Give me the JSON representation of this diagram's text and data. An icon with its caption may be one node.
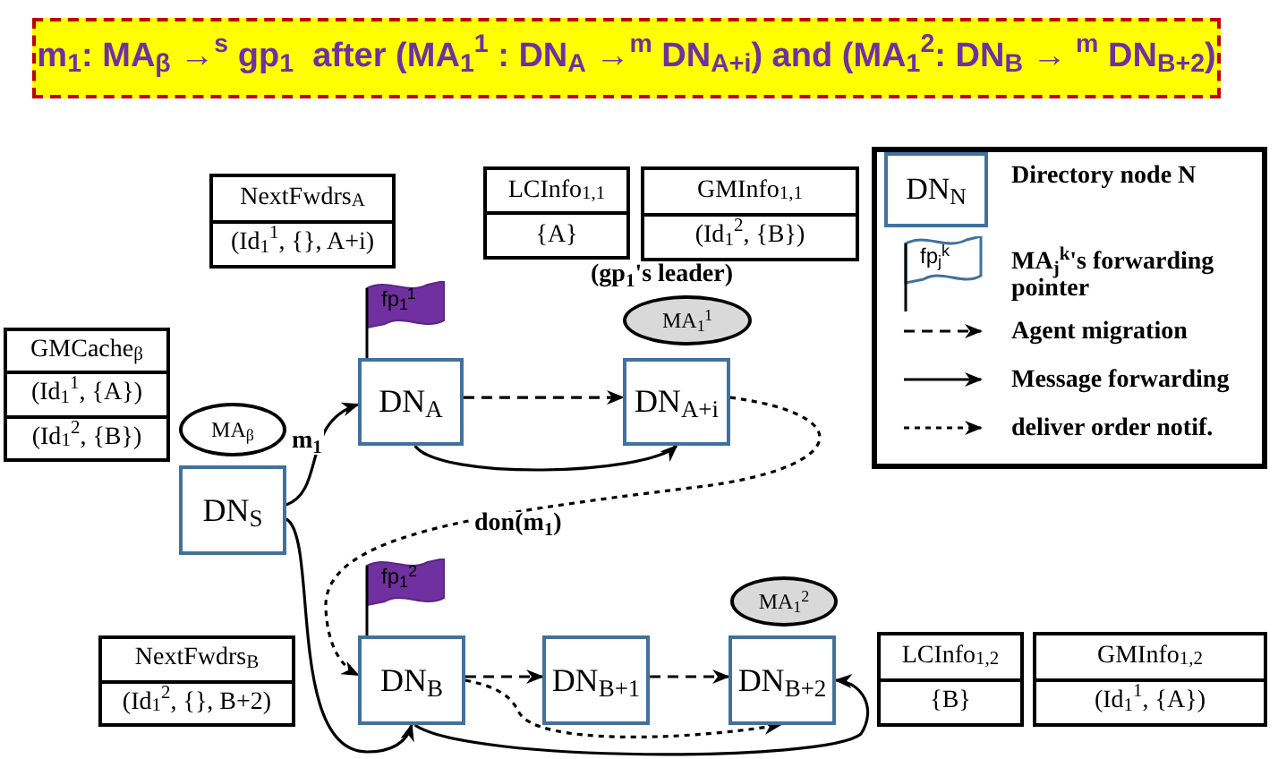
{
  "diagram": {
    "title": "m$_{1}$: MA$_{β}$ →$^{s}$ gp$_{1}$  after (MA$_{1}$$^{1}$ : DN$_{A}$ →$^{m}$ DN$_{A+i}$) and (MA$_{1}$$^{2}$: DN$_{B}$ → $^{m}$ DN$_{B+2}$)",
    "nodes": [
      {
        "text": [
          "NextFwdrs$_{A}$",
          "(Id$_{1}$$^{1}$, {}, A+i)"
        ]
      },
      {
        "text": [
          "LCInfo$_{1,1}$",
          "{A}"
        ]
      },
      {
        "text": [
          "GMInfo$_{1,1}$",
          "(Id$_{1}$$^{2}$, {B})"
        ]
      },
      {
        "text": [
          "fp$_{1}$$^{1}$"
        ]
      },
      {
        "text": [
          "MA$_{1}$$^{1}$"
        ],
        "beside": [
          "(gp$_{1}$'s leader)"
        ]
      },
      {
        "text": [
          "GMCache$_{β}$",
          "(Id$_{1}$$^{1}$, {A})",
          "(Id$_{1}$$^{2}$, {B})"
        ]
      },
      {
        "text": [
          "MA$_{β}$"
        ]
      },
      {
        "text": [
          "DN$_{A}$"
        ]
      },
      {
        "text": [
          "DN$_{A+i}$"
        ]
      },
      {
        "text": [
          "DN$_{S}$"
        ]
      },
      {
        "text": [
          "fp$_{1}$$^{2}$"
        ]
      },
      {
        "text": [
          "MA$_{1}$$^{2}$"
        ]
      },
      {
        "text": [
          "NextFwdrs$_{B}$",
          "(Id$_{1}$$^{2}$, {}, B+2)"
        ]
      },
      {
        "text": [
          "DN$_{B}$"
        ]
      },
      {
        "text": [
          "DN$_{B+1}$"
        ]
      },
      {
        "text": [
          "DN$_{B+2}$"
        ]
      },
      {
        "text": [
          "LCInfo$_{1,2}$",
          "{B}"
        ]
      },
      {
        "text": [
          "GMInfo$_{1,2}$",
          "(Id$_{1}$$^{1}$, {A})"
        ]
      }
    ],
    "edges": [
      {
        "from": 9,
        "to": 7,
        "arrow": "to",
        "label": "m$_{1}$"
      },
      {
        "from": 7,
        "to": 8,
        "arrow": "to",
        "style": "dashed"
      },
      {
        "from": 7,
        "to": 8,
        "arrow": "to"
      },
      {
        "from": 8,
        "to": 13,
        "arrow": "to",
        "style": "dashed",
        "label": "don(m$_{1}$)"
      },
      {
        "from": 9,
        "to": 13,
        "arrow": "to"
      },
      {
        "from": 13,
        "to": 14,
        "arrow": "to",
        "style": "dashed"
      },
      {
        "from": 14,
        "to": 15,
        "arrow": "to",
        "style": "dashed"
      },
      {
        "from": 13,
        "to": 15,
        "arrow": "to",
        "style": "dashed"
      },
      {
        "from": 13,
        "to": 15,
        "arrow": "to"
      }
    ],
    "labels": [
      "DN$_{N}$",
      "fp$_{j}$$^{k}$"
    ],
    "legend": [
      {
        "text": "Directory node N"
      },
      {
        "text": "MA$_{j}$$^{k}$'s forwarding pointer"
      },
      {
        "text": "Agent migration"
      },
      {
        "text": "Message forwarding"
      },
      {
        "text": "deliver order notif."
      }
    ]
  }
}
